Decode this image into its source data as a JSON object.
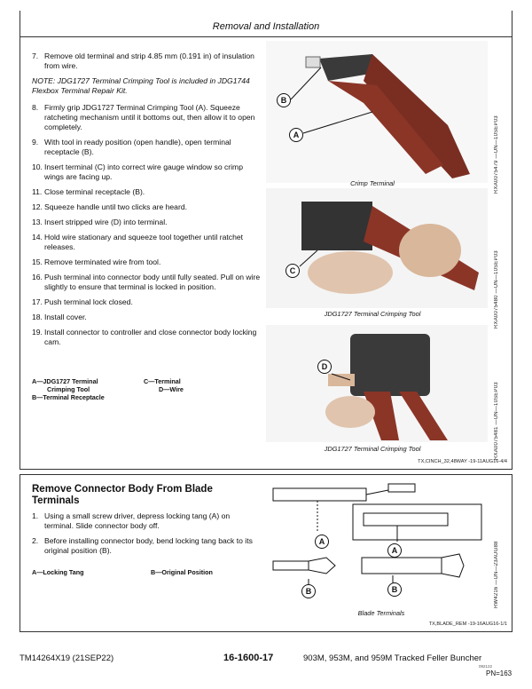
{
  "header": {
    "title": "Removal and Installation"
  },
  "section1": {
    "steps": [
      {
        "num": "7.",
        "text": "Remove old terminal and strip 4.85 mm (0.191 in) of insulation from wire."
      },
      {
        "num": "8.",
        "text": "Firmly grip JDG1727 Terminal Crimping Tool (A). Squeeze ratcheting mechanism until it bottoms out, then allow it to open completely."
      },
      {
        "num": "9.",
        "text": "With tool in ready position (open handle), open terminal receptacle (B)."
      },
      {
        "num": "10.",
        "text": "Insert terminal (C) into correct wire gauge window so crimp wings are facing up."
      },
      {
        "num": "11.",
        "text": "Close terminal receptacle (B)."
      },
      {
        "num": "12.",
        "text": "Squeeze handle until two clicks are heard."
      },
      {
        "num": "13.",
        "text": "Insert stripped wire (D) into terminal."
      },
      {
        "num": "14.",
        "text": "Hold wire stationary and squeeze tool together until ratchet releases."
      },
      {
        "num": "15.",
        "text": "Remove terminated wire from tool."
      },
      {
        "num": "16.",
        "text": "Push terminal into connector body until fully seated. Pull on wire slightly to ensure that terminal is locked in position."
      },
      {
        "num": "17.",
        "text": "Push terminal lock closed."
      },
      {
        "num": "18.",
        "text": "Install cover."
      },
      {
        "num": "19.",
        "text": "Install connector to controller and close connector body locking cam."
      }
    ],
    "note": "NOTE: JDG1727 Terminal Crimping Tool is included in JDG1744 Flexbox Terminal Repair Kit.",
    "legend": {
      "a1": "A—JDG1727 Terminal",
      "a2": "Crimping Tool",
      "b": "B—Terminal Receptacle",
      "c": "C—Terminal",
      "d": "D—Wire"
    },
    "figures": [
      {
        "caption": "Crimp Terminal",
        "code": "RXA0075479 —UN—10SEP03"
      },
      {
        "caption": "JDG1727 Terminal Crimping Tool",
        "code": "RXA0075480 —UN—10SEP03"
      },
      {
        "caption": "JDG1727 Terminal Crimping Tool",
        "code": "RXA0075481 —UN—10SEP03"
      }
    ],
    "callouts": {
      "a": "A",
      "b": "B",
      "c": "C",
      "d": "D"
    },
    "ref": "TX,CINCH_32,48WAY -19-11AUG16-4/4"
  },
  "section2": {
    "title": "Remove Connector Body From Blade Terminals",
    "steps": [
      {
        "num": "1.",
        "text": "Using a small screw driver, depress locking tang (A) on terminal. Slide connector body off."
      },
      {
        "num": "2.",
        "text": "Before installing connector body, bend locking tang back to its original position (B)."
      }
    ],
    "legend": {
      "a": "A—Locking Tang",
      "b": "B—Original Position"
    },
    "figure": {
      "caption": "Blade Terminals",
      "code": "RW4216 —UN—23AUG88"
    },
    "callouts": {
      "a": "A",
      "b": "B"
    },
    "ref": "TX,BLADE_REM -19-16AUG16-1/1"
  },
  "footer": {
    "doc": "TM14264X19 (21SEP22)",
    "page": "16-1600-17",
    "machine": "903M, 953M, and 959M Tracked Feller Buncher",
    "small": "092122",
    "pn": "PN=163"
  }
}
